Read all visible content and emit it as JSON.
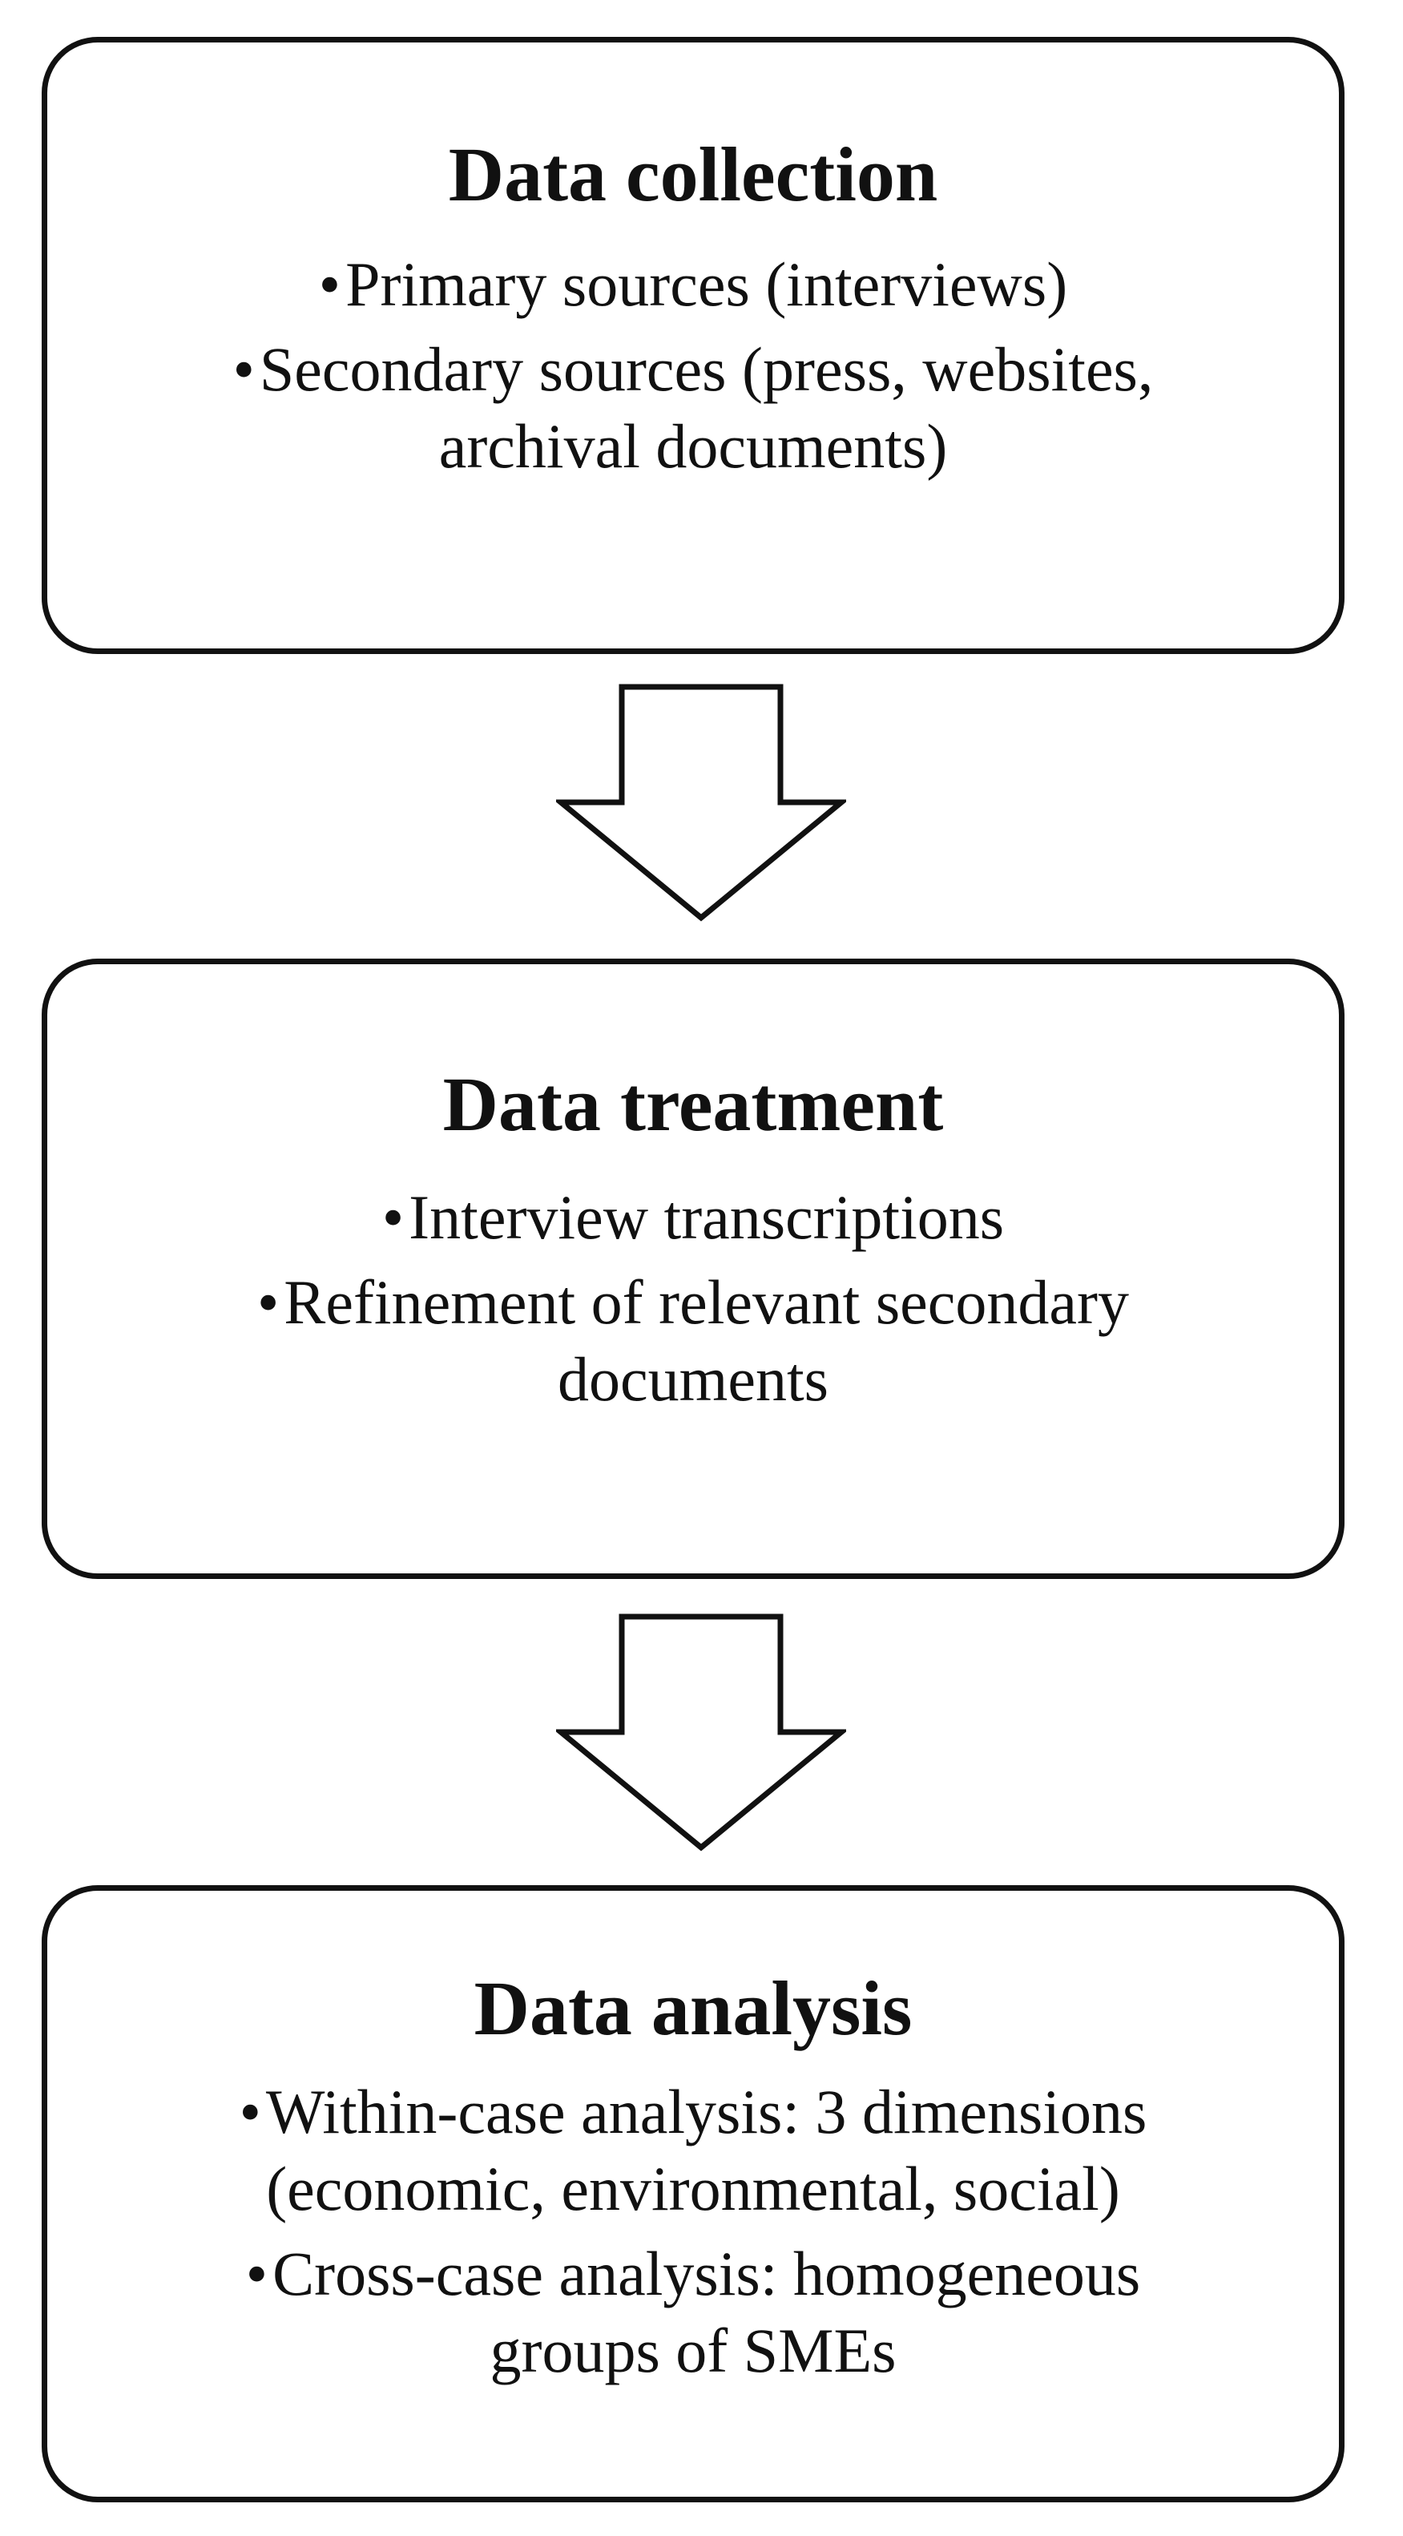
{
  "stages": [
    {
      "title": "Data collection",
      "items": [
        [
          "Primary sources (interviews)"
        ],
        [
          "Secondary sources (press, websites,",
          "archival documents)"
        ]
      ]
    },
    {
      "title": "Data treatment",
      "items": [
        [
          "Interview transcriptions"
        ],
        [
          "Refinement of relevant secondary",
          "documents"
        ]
      ]
    },
    {
      "title": "Data analysis",
      "items": [
        [
          "Within-case analysis: 3 dimensions",
          "(economic, environmental, social)"
        ],
        [
          "Cross-case analysis: homogeneous",
          "groups of SMEs"
        ]
      ]
    }
  ],
  "colors": {
    "stroke": "#111111",
    "fill": "#ffffff"
  },
  "icons": {
    "connector": "down-arrow-icon"
  }
}
